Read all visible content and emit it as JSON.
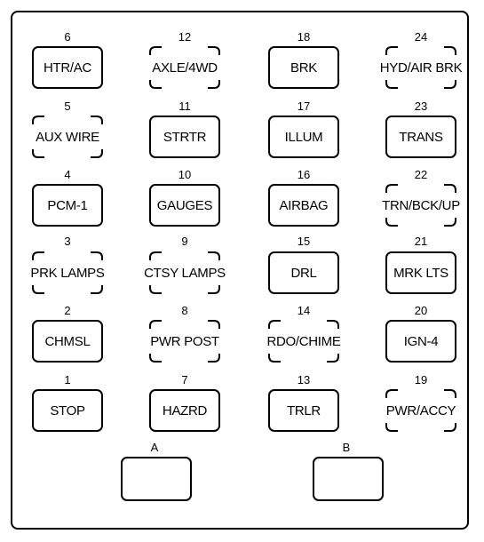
{
  "columns": [
    [
      {
        "number": "6",
        "label": "HTR/AC",
        "style": "solid"
      },
      {
        "number": "5",
        "label": "AUX WIRE",
        "style": "gap"
      },
      {
        "number": "4",
        "label": "PCM-1",
        "style": "solid"
      },
      {
        "number": "3",
        "label": "PRK LAMPS",
        "style": "gap"
      },
      {
        "number": "2",
        "label": "CHMSL",
        "style": "solid"
      },
      {
        "number": "1",
        "label": "STOP",
        "style": "solid"
      }
    ],
    [
      {
        "number": "12",
        "label": "AXLE/4WD",
        "style": "gap"
      },
      {
        "number": "11",
        "label": "STRTR",
        "style": "solid"
      },
      {
        "number": "10",
        "label": "GAUGES",
        "style": "solid"
      },
      {
        "number": "9",
        "label": "CTSY LAMPS",
        "style": "gap"
      },
      {
        "number": "8",
        "label": "PWR POST",
        "style": "gap"
      },
      {
        "number": "7",
        "label": "HAZRD",
        "style": "solid"
      }
    ],
    [
      {
        "number": "18",
        "label": "BRK",
        "style": "solid"
      },
      {
        "number": "17",
        "label": "ILLUM",
        "style": "solid"
      },
      {
        "number": "16",
        "label": "AIRBAG",
        "style": "solid"
      },
      {
        "number": "15",
        "label": "DRL",
        "style": "solid"
      },
      {
        "number": "14",
        "label": "RDO/CHIME",
        "style": "gap"
      },
      {
        "number": "13",
        "label": "TRLR",
        "style": "solid"
      }
    ],
    [
      {
        "number": "24",
        "label": "HYD/AIR BRK",
        "style": "gap"
      },
      {
        "number": "23",
        "label": "TRANS",
        "style": "solid"
      },
      {
        "number": "22",
        "label": "TRN/BCK/UP",
        "style": "gap"
      },
      {
        "number": "21",
        "label": "MRK LTS",
        "style": "solid"
      },
      {
        "number": "20",
        "label": "IGN-4",
        "style": "solid"
      },
      {
        "number": "19",
        "label": "PWR/ACCY",
        "style": "gap"
      }
    ]
  ],
  "spares": [
    {
      "label": "A"
    },
    {
      "label": "B"
    }
  ]
}
